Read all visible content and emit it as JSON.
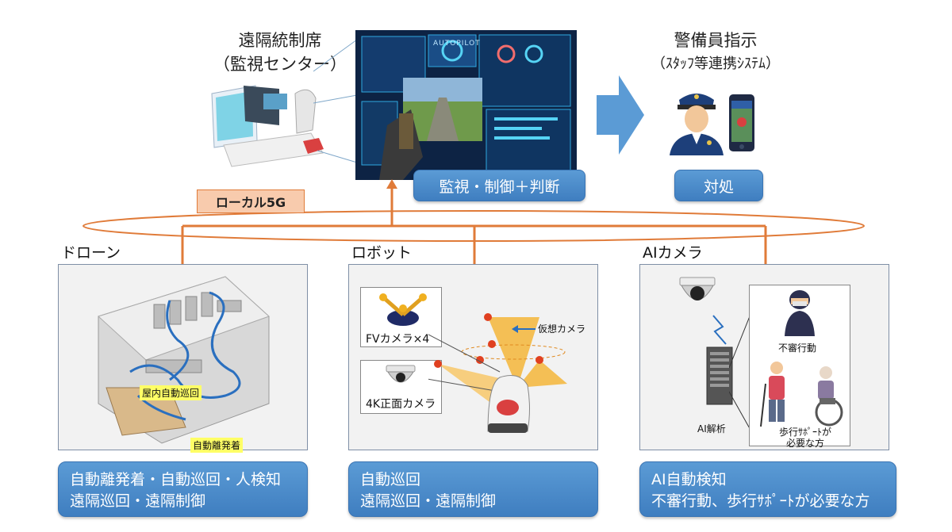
{
  "top": {
    "center_title_line1": "遠隔統制席",
    "center_title_line2": "（監視センター）",
    "guard_title_line1": "警備員指示",
    "guard_title_line2": "（ｽﾀｯﾌ等連携ｼｽﾃﾑ）",
    "monitor_text": "AUTOPILOT",
    "monitor_pill": "監視・制御＋判断",
    "guard_pill": "対処"
  },
  "network": {
    "badge": "ローカル5G"
  },
  "sections": {
    "drone": {
      "label": "ドローン",
      "tag1": "屋内自動巡回",
      "tag2": "自動離発着",
      "desc_line1": "自動離発着・自動巡回・人検知",
      "desc_line2": "遠隔巡回・遠隔制御"
    },
    "robot": {
      "label": "ロボット",
      "fv_label": "FVカメラ×4",
      "k4_label": "4K正面カメラ",
      "virtual_label": "仮想カメラ",
      "desc_line1": "自動巡回",
      "desc_line2": "遠隔巡回・遠隔制御"
    },
    "aicam": {
      "label": "AIカメラ",
      "ai_label": "AI解析",
      "suspicious_label": "不審行動",
      "support_line1": "歩行ｻﾎﾟｰﾄが",
      "support_line2": "必要な方",
      "desc_line1": "AI自動検知",
      "desc_line2": "不審行動、歩行ｻﾎﾟｰﾄが必要な方"
    }
  },
  "colors": {
    "pill_blue": "#4a8bcb",
    "network_orange": "#e07b39",
    "badge_fill": "#f8cbad",
    "panel_gray": "#f2f2f2"
  }
}
